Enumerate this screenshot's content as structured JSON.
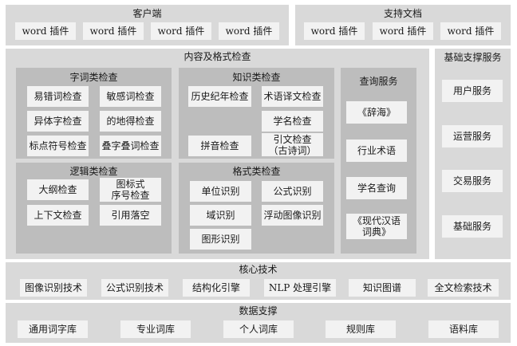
{
  "client": {
    "title": "客户端",
    "items": [
      "word 插件",
      "word 插件",
      "word 插件",
      "word 插件"
    ]
  },
  "support_docs": {
    "title": "支持文档",
    "items": [
      "word 插件",
      "word 插件",
      "word 插件"
    ]
  },
  "content_check": {
    "title": "内容及格式检查",
    "word_check": {
      "title": "字词类检查",
      "items": [
        "易错词检查",
        "敏感词检查",
        "异体字检查",
        "的地得检查",
        "标点符号检查",
        "叠字叠词检查"
      ]
    },
    "knowledge_check": {
      "title": "知识类检查",
      "items": [
        "历史纪年检查",
        "术语译文检查",
        "学名检查",
        "拼音检查",
        "引文检查\n（古诗词）"
      ]
    },
    "logic_check": {
      "title": "逻辑类检查",
      "items": [
        "大纲检查",
        "图标式\n序号检查",
        "上下文检查",
        "引用落空"
      ]
    },
    "format_check": {
      "title": "格式类检查",
      "items": [
        "单位识别",
        "公式识别",
        "域识别",
        "浮动图像识别",
        "图形识别"
      ]
    },
    "query_service": {
      "title": "查询服务",
      "items": [
        "《辞海》",
        "行业术语",
        "学名查询",
        "《现代汉语\n词典》"
      ]
    }
  },
  "base_services": {
    "title": "基础支撑服务",
    "items": [
      "用户服务",
      "运营服务",
      "交易服务",
      "基础服务"
    ]
  },
  "core_tech": {
    "title": "核心技术",
    "items": [
      "图像识别技术",
      "公式识别技术",
      "结构化引擎",
      "NLP 处理引擎",
      "知识图谱",
      "全文检索技术"
    ]
  },
  "data_support": {
    "title": "数据支撑",
    "items": [
      "通用词字库",
      "专业词库",
      "个人词库",
      "规则库",
      "语料库"
    ]
  }
}
